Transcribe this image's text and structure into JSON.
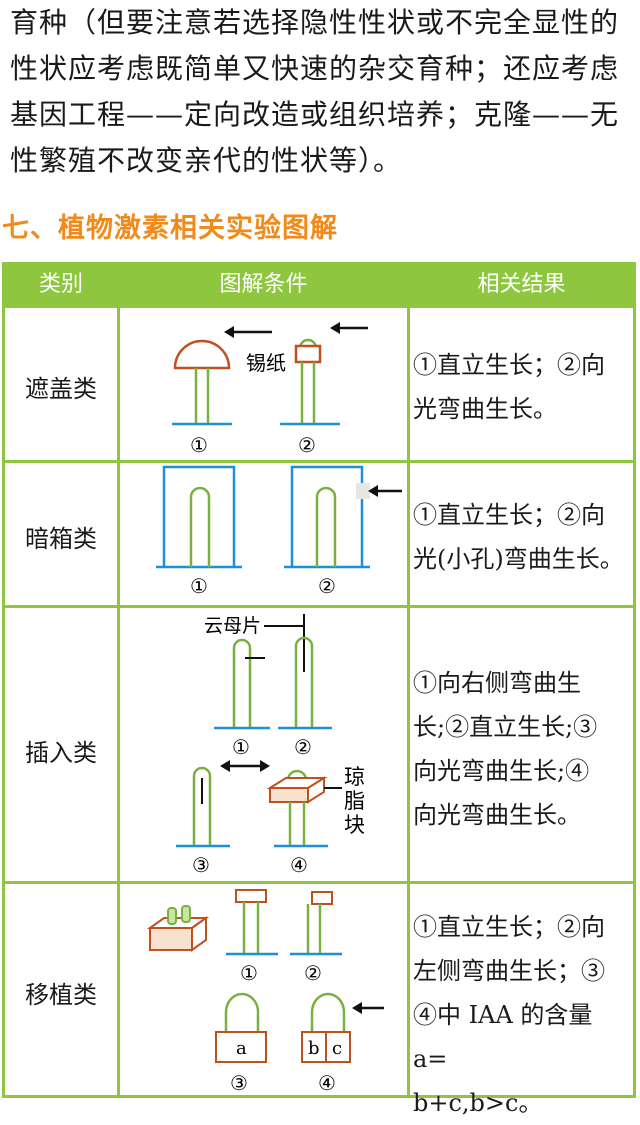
{
  "intro_lines": [
    "育种（但要注意若选择隐性性状或不完全显性的",
    "性状应考虑既简单又快速的杂交育种；还应考虑",
    "基因工程——定向改造或组织培养；克隆——无",
    "性繁殖不改变亲代的性状等）。"
  ],
  "section_title": "七、植物激素相关实验图解",
  "table": {
    "headers": [
      "类别",
      "图解条件",
      "相关结果"
    ],
    "rows": [
      {
        "category": "遮盖类",
        "labels": {
          "foil": "锡纸",
          "n1": "①",
          "n2": "②"
        },
        "result_lines": [
          "①直立生长；②向",
          "光弯曲生长。"
        ]
      },
      {
        "category": "暗箱类",
        "labels": {
          "n1": "①",
          "n2": "②"
        },
        "result_lines": [
          "①直立生长；②向",
          "光(小孔)弯曲生长。"
        ]
      },
      {
        "category": "插入类",
        "labels": {
          "mica": "云母片",
          "agar1": "琼",
          "agar2": "脂",
          "agar3": "块",
          "n1": "①",
          "n2": "②",
          "n3": "③",
          "n4": "④"
        },
        "result_lines": [
          "①向右侧弯曲生",
          "长;②直立生长;③",
          "向光弯曲生长;④",
          "向光弯曲生长。"
        ]
      },
      {
        "category": "移植类",
        "labels": {
          "n1": "①",
          "n2": "②",
          "n3": "③",
          "n4": "④",
          "a": "a",
          "b": "b",
          "c": "c"
        },
        "result_lines": [
          "①直立生长；②向",
          "左侧弯曲生长；③",
          "④中 IAA 的含量 a=",
          "b+c,b>c。"
        ]
      }
    ]
  },
  "colors": {
    "green": "#8ec63f",
    "orange": "#f08a1a",
    "blue": "#1f8fd6",
    "brown": "#c0501e",
    "stem": "#7ab040"
  }
}
